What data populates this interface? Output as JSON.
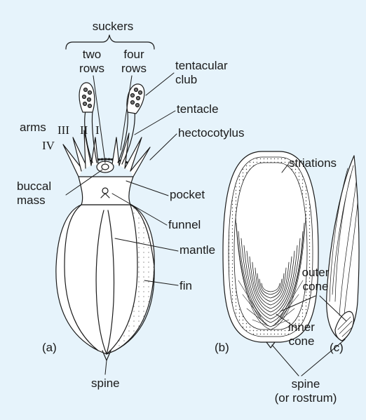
{
  "figure": {
    "background": "#e6f3fb",
    "line_color": "#1a1a1a",
    "labels": {
      "suckers": "suckers",
      "two_rows": [
        "two",
        "rows"
      ],
      "four_rows": [
        "four",
        "rows"
      ],
      "tentacular_club": [
        "tentacular",
        "club"
      ],
      "tentacle": "tentacle",
      "hectocotylus": "hectocotylus",
      "arms": "arms",
      "arm_numerals": [
        "I",
        "II",
        "III",
        "IV"
      ],
      "buccal_mass": [
        "buccal",
        "mass"
      ],
      "pocket": "pocket",
      "funnel": "funnel",
      "mantle": "mantle",
      "fin": "fin",
      "spine": "spine",
      "striations": "striations",
      "outer_cone": [
        "outer",
        "cone"
      ],
      "inner_cone": [
        "inner",
        "cone"
      ],
      "spine_rostrum": [
        "spine",
        "(or rostrum)"
      ],
      "panel_a": "(a)",
      "panel_b": "(b)",
      "panel_c": "(c)"
    }
  }
}
